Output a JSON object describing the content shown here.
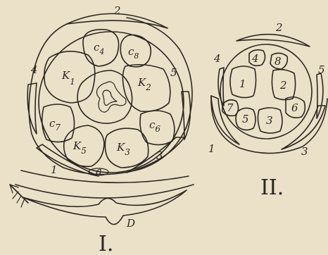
{
  "figure_I": {
    "roman": "I.",
    "bract": "D",
    "arrow_label": "",
    "outer_numbers": [
      "1",
      "2",
      "3",
      "4",
      "5"
    ],
    "cells": {
      "c4": {
        "letter": "c",
        "sub": "4"
      },
      "c8": {
        "letter": "c",
        "sub": "8"
      },
      "K1": {
        "letter": "K",
        "sub": "1"
      },
      "K2": {
        "letter": "K",
        "sub": "2"
      },
      "c7": {
        "letter": "c",
        "sub": "7"
      },
      "c6": {
        "letter": "c",
        "sub": "6"
      },
      "K5": {
        "letter": "K",
        "sub": "5"
      },
      "K3": {
        "letter": "K",
        "sub": "3"
      }
    },
    "small_label": "a"
  },
  "figure_II": {
    "roman": "II.",
    "outer_numbers": [
      "1",
      "2",
      "3",
      "4",
      "5"
    ],
    "cells": [
      "1",
      "2",
      "3",
      "4",
      "5",
      "6",
      "7",
      "8"
    ]
  }
}
